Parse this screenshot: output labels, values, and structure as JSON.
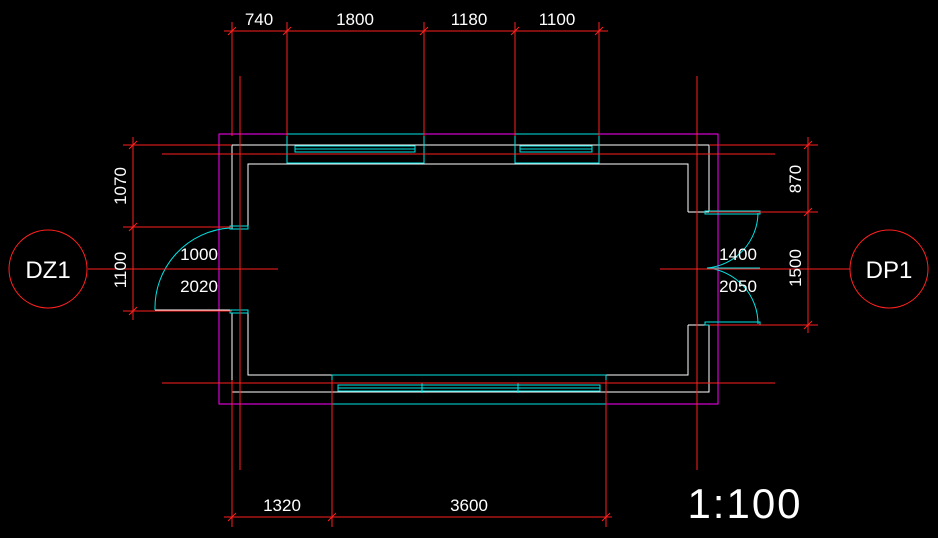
{
  "dimensions": {
    "top": [
      "740",
      "1800",
      "1180",
      "1100"
    ],
    "bottom": [
      "1320",
      "3600"
    ],
    "left": [
      "1070",
      "1100"
    ],
    "right": [
      "870",
      "1500"
    ]
  },
  "doors": {
    "left": {
      "tag": "DZ1",
      "width": "1000",
      "height": "2020"
    },
    "right": {
      "tag": "DP1",
      "width": "1400",
      "height": "2050"
    }
  },
  "scale": "1:100",
  "colors": {
    "dimension": "#ff2020",
    "wall": "#ffffff",
    "outline": "#ff00ff",
    "opening": "#00e5e5"
  }
}
